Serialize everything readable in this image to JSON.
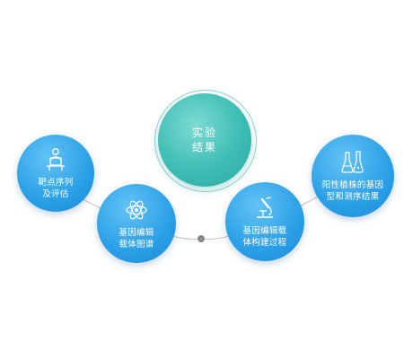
{
  "center": {
    "line1": "实验",
    "line2": "结果"
  },
  "nodes": [
    {
      "line1": "靶点序列",
      "line2": "及评估",
      "icon": "computer-desk-icon"
    },
    {
      "line1": "基因编辑",
      "line2": "载体图谱",
      "icon": "atom-icon"
    },
    {
      "line1": "基因编辑载",
      "line2": "体构建过程",
      "icon": "microscope-icon"
    },
    {
      "line1": "阳性植株的基因",
      "line2": "型和测序结果",
      "icon": "flask-icon"
    }
  ],
  "colors": {
    "node_blue": "#2a9fe6",
    "center_teal": "#3dbdb4",
    "connector": "#c8c8c8",
    "hub_dot": "#888888"
  }
}
